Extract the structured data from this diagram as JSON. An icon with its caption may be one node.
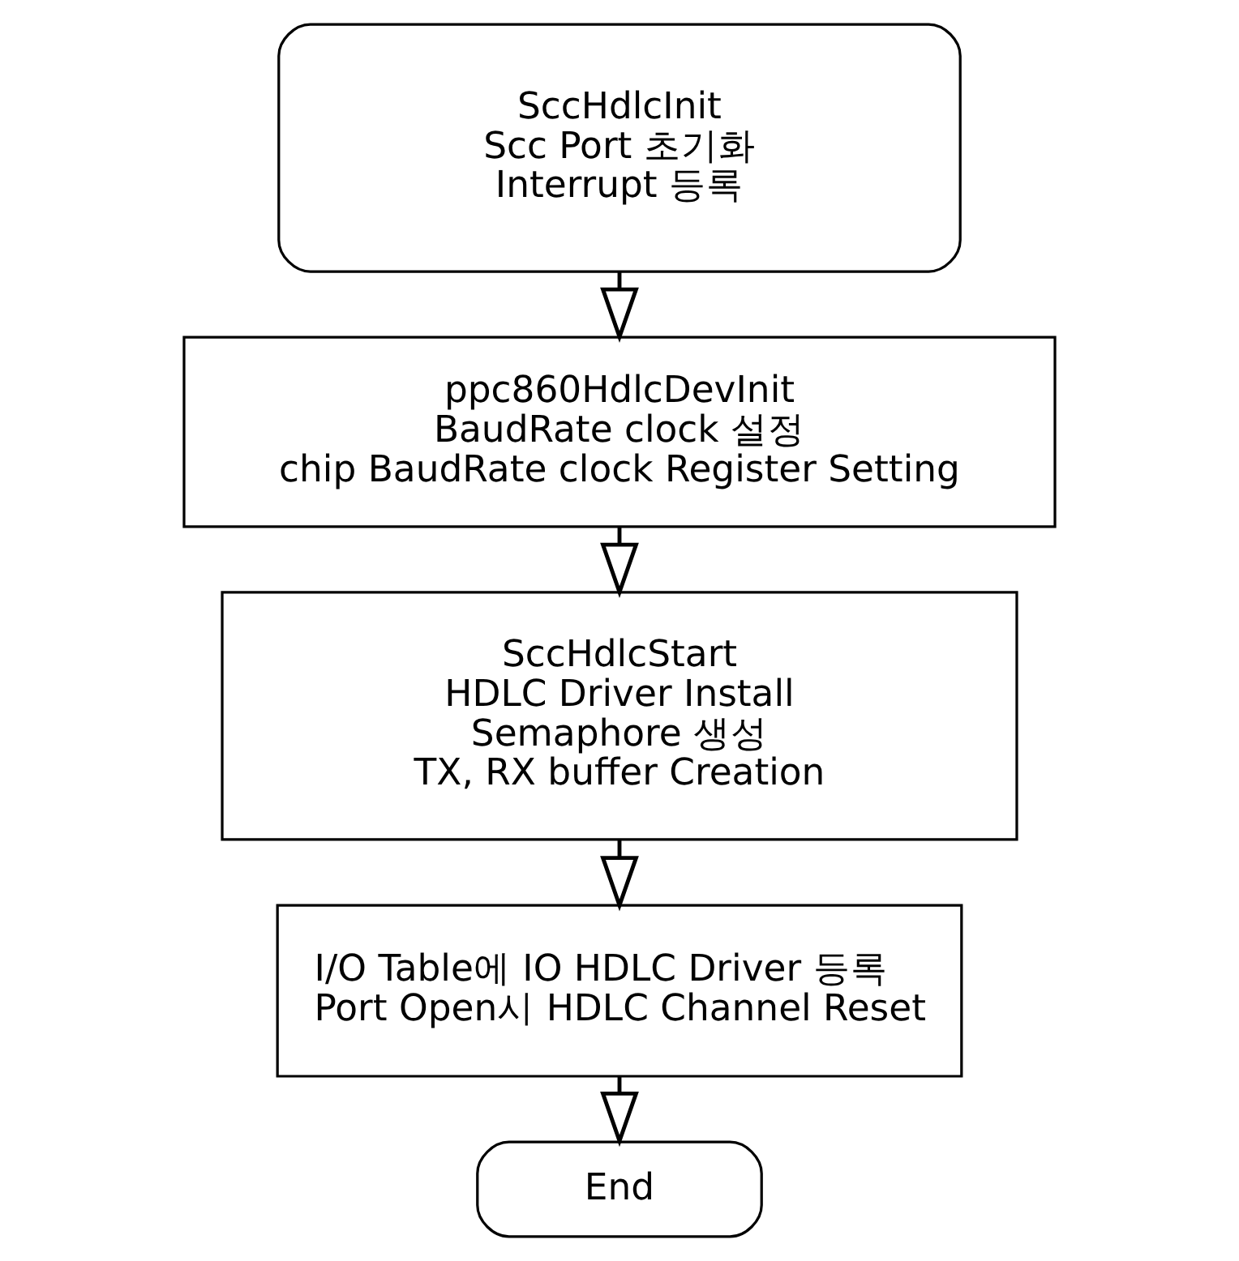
{
  "diagram": {
    "nodes": [
      {
        "text": [
          "SccHdlcInit",
          "Scc Port 초기화",
          "Interrupt 등록"
        ]
      },
      {
        "text": [
          "ppc860HdlcDevInit",
          "BaudRate clock 설정",
          "chip BaudRate clock Register Setting"
        ]
      },
      {
        "text": [
          "SccHdlcStart",
          "HDLC Driver Install",
          "Semaphore 생성",
          "TX, RX buffer Creation"
        ]
      },
      {
        "text": [
          "I/O Table에 IO HDLC Driver 등록",
          "Port Open시 HDLC Channel Reset"
        ]
      },
      {
        "text": [
          "End"
        ]
      }
    ],
    "edges": [
      {
        "from": 0,
        "to": 1,
        "arrow": "to"
      },
      {
        "from": 1,
        "to": 2,
        "arrow": "to"
      },
      {
        "from": 2,
        "to": 3,
        "arrow": "to"
      },
      {
        "from": 3,
        "to": 4,
        "arrow": "to"
      }
    ]
  }
}
